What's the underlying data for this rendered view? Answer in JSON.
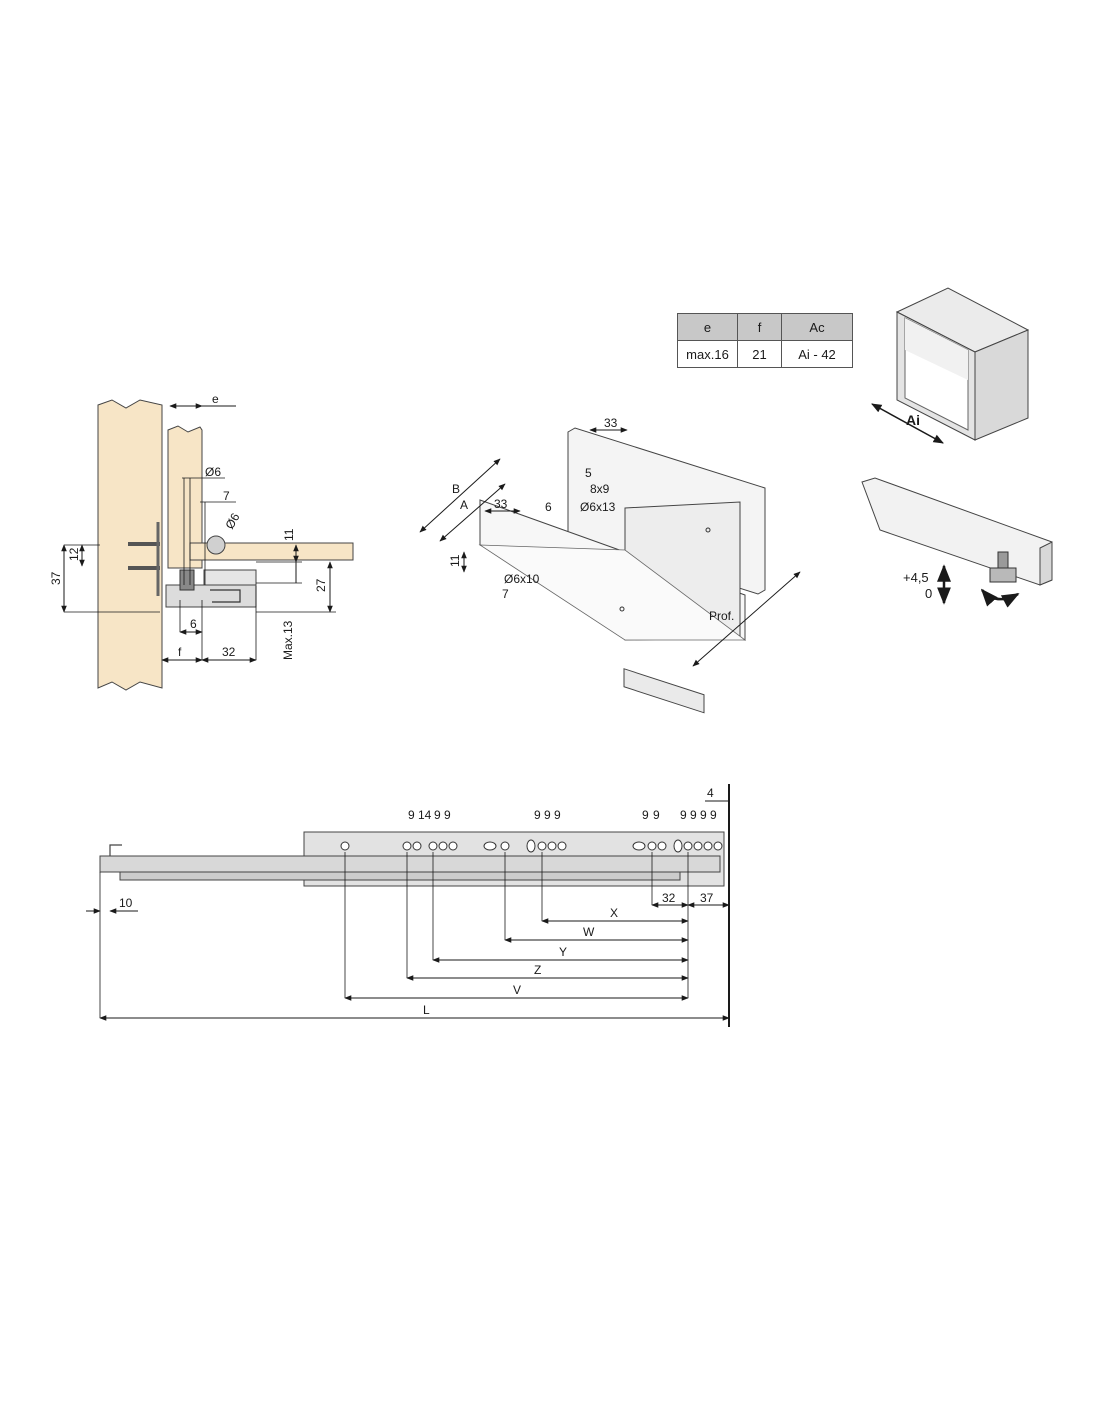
{
  "spec_table": {
    "headers": [
      "e",
      "f",
      "Ac"
    ],
    "values": [
      "max.16",
      "21",
      "Ai - 42"
    ]
  },
  "cabinet": {
    "ai_label": "Ai"
  },
  "section_view": {
    "e": "e",
    "d6_top": "Ø6",
    "seven": "7",
    "d6_diag": "Ø6",
    "eleven": "11",
    "twelve": "12",
    "thirtyseven": "37",
    "twentyseven": "27",
    "six": "6",
    "f": "f",
    "thirtytwo": "32",
    "max13": "Max.13"
  },
  "drawer_view": {
    "b": "B",
    "a": "A",
    "thirtythree_top": "33",
    "five": "5",
    "hole8x9": "8x9",
    "thirtythree": "33",
    "six": "6",
    "d6x13": "Ø6x13",
    "eleven": "11",
    "d6x10": "Ø6x10",
    "seven": "7",
    "prof": "Prof."
  },
  "adjust_view": {
    "plus": "+4,5",
    "zero": "0"
  },
  "runner_view": {
    "four": "4",
    "ten": "10",
    "nines_a": "9",
    "fourteen": "14",
    "thirtytwo": "32",
    "thirtyseven": "37",
    "x": "X",
    "w": "W",
    "y": "Y",
    "z": "Z",
    "v": "V",
    "l": "L"
  },
  "colors": {
    "wood": "#f7e5c6",
    "metal": "#dcdcdc",
    "line": "#1a1a1a"
  }
}
